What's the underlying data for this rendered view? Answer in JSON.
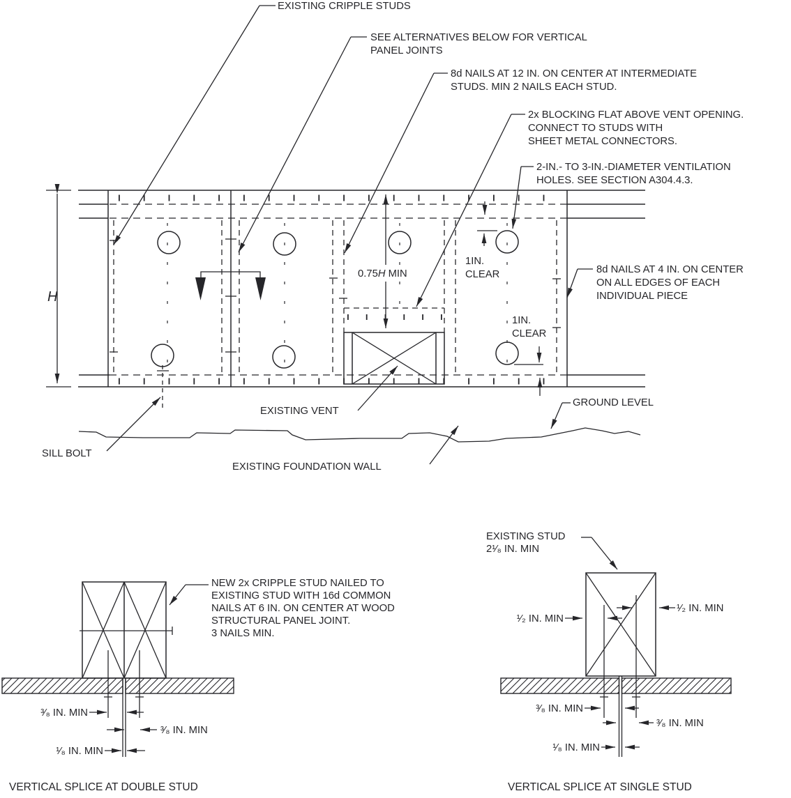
{
  "figure": {
    "ink": "#26262a",
    "callouts": {
      "cripple_studs": "EXISTING CRIPPLE STUDS",
      "alternatives": [
        "SEE ALTERNATIVES BELOW FOR VERTICAL",
        "PANEL JOINTS"
      ],
      "nails12": [
        "8d NAILS AT 12 IN. ON CENTER AT INTERMEDIATE",
        "STUDS. MIN 2 NAILS EACH STUD."
      ],
      "blocking": [
        "2x BLOCKING FLAT ABOVE VENT OPENING.",
        "CONNECT TO STUDS WITH",
        "SHEET METAL CONNECTORS."
      ],
      "vent_holes": [
        "2-IN.- TO 3-IN.-DIAMETER VENTILATION",
        "HOLES. SEE SECTION A304.4.3."
      ],
      "nails4": [
        "8d NAILS AT 4 IN. ON CENTER",
        "ON ALL EDGES OF EACH",
        "INDIVIDUAL PIECE"
      ],
      "existing_vent": "EXISTING VENT",
      "ground_level": "GROUND LEVEL",
      "sill_bolt": "SILL BOLT",
      "foundation_wall": "EXISTING FOUNDATION WALL"
    },
    "dims": {
      "h": "H",
      "o75_prefix": "0.75",
      "o75_h": "H",
      "o75_suffix": " MIN",
      "clear_top_l1": "1IN.",
      "clear_top_l2": "CLEAR",
      "clear_bottom_l1": "1IN.",
      "clear_bottom_l2": "CLEAR"
    },
    "double_stud": {
      "callout": [
        "NEW 2x CRIPPLE STUD NAILED TO",
        "EXISTING STUD WITH 16d COMMON",
        "NAILS AT 6 IN. ON CENTER AT WOOD",
        "STRUCTURAL PANEL JOINT.",
        "3 NAILS MIN."
      ],
      "dim38_left": "³⁄₈ IN. MIN",
      "dim38_right": "³⁄₈ IN. MIN",
      "dim18": "¹⁄₈ IN. MIN",
      "caption": "VERTICAL SPLICE AT DOUBLE STUD"
    },
    "single_stud": {
      "callout": [
        "EXISTING STUD",
        "2¹⁄₈ IN. MIN"
      ],
      "dim12_left": "¹⁄₂ IN. MIN",
      "dim12_right": "¹⁄₂ IN. MIN",
      "dim38_left": "³⁄₈ IN. MIN",
      "dim38_right": "³⁄₈ IN. MIN",
      "dim18": "¹⁄₈ IN. MIN",
      "caption": "VERTICAL SPLICE AT SINGLE STUD"
    }
  }
}
